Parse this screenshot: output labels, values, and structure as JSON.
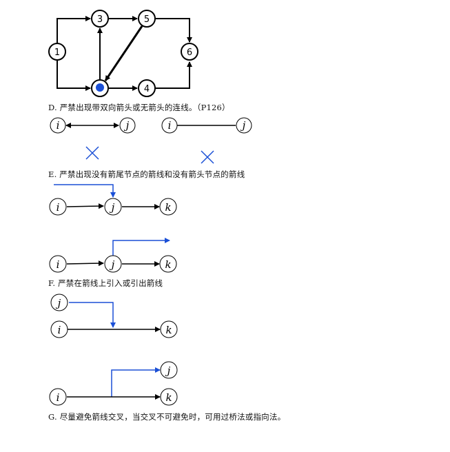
{
  "top_network": {
    "nodes": [
      "1",
      "3",
      "5",
      "6",
      "4"
    ],
    "highlight_color": "#1a4fd6"
  },
  "rules": {
    "D": "D. 严禁出现带双向箭头或无箭头的连线。（P126）",
    "E": "E. 严禁出现没有箭尾节点的箭线和没有箭头节点的箭线",
    "F": "F. 严禁在箭线上引入或引出箭线",
    "G": "G. 尽量避免箭线交叉，当交叉不可避免时，可用过桥法或指向法。"
  },
  "node_labels": {
    "i": "i",
    "j": "j",
    "k": "k"
  },
  "colors": {
    "line": "#000000",
    "blue": "#1a4fd6"
  }
}
